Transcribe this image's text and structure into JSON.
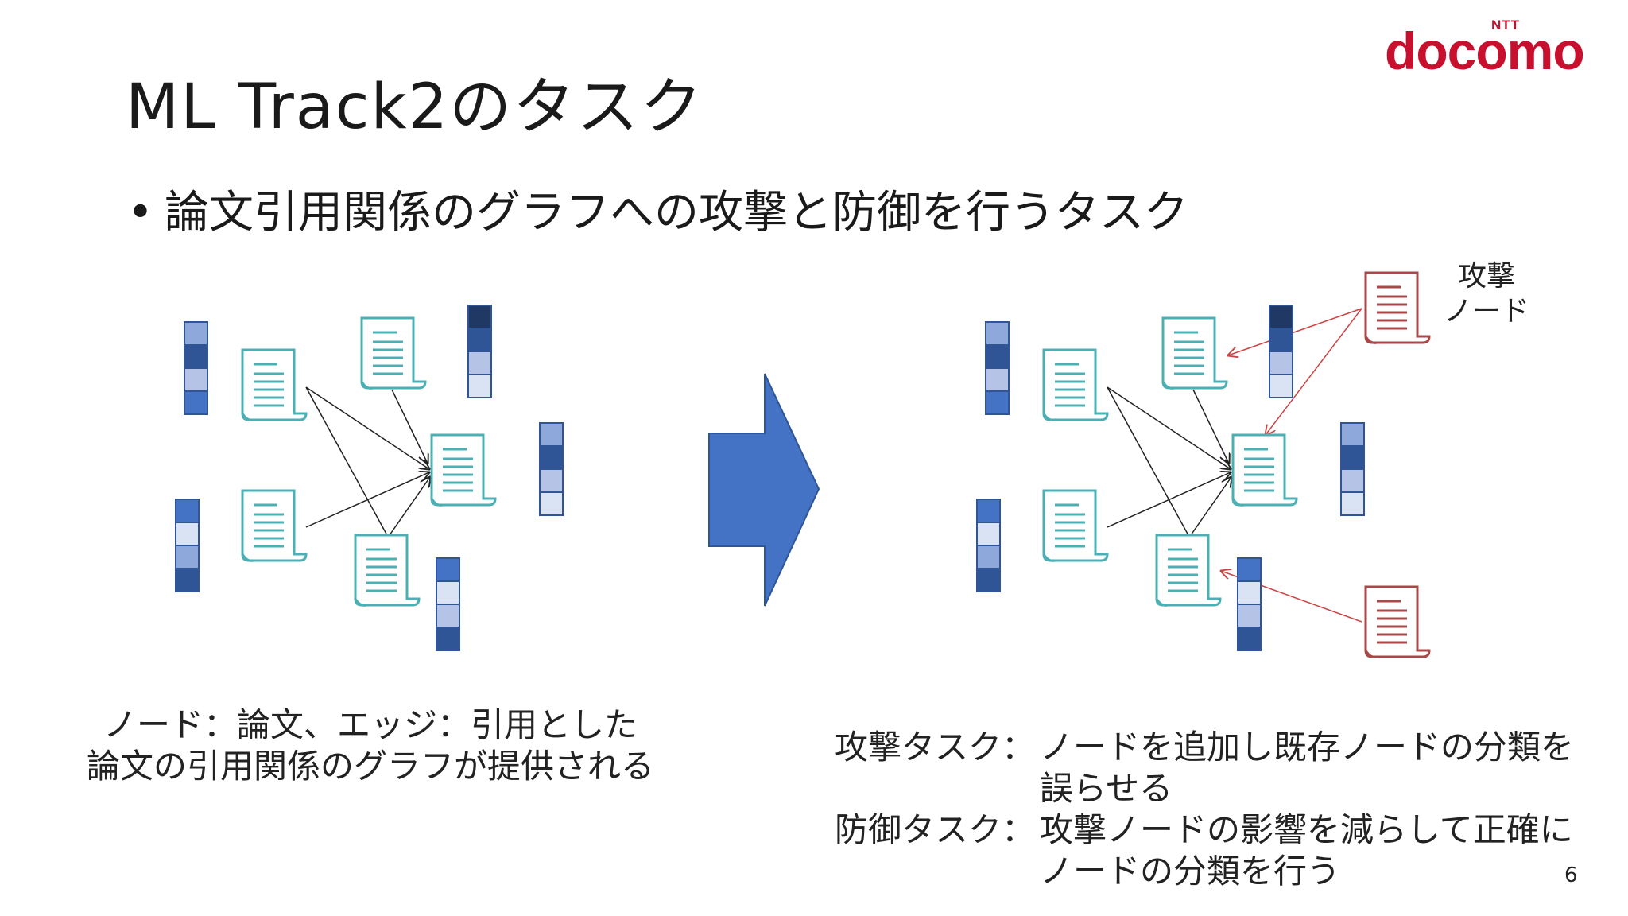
{
  "slide": {
    "title": "ML Track2のタスク",
    "bullet": "論文引用関係のグラフへの攻撃と防御を行うタスク",
    "logo": {
      "brand": "docomo",
      "sub": "NTT"
    },
    "page_number": "6"
  },
  "diagram": {
    "attack_label": [
      "攻撃",
      "ノード"
    ],
    "left_caption": [
      "ノード：論文、エッジ：引用とした",
      "論文の引用関係のグラフが提供される"
    ],
    "tasks": [
      {
        "head": "攻撃タスク：",
        "body": "ノードを追加し既存ノードの分類を誤らせる"
      },
      {
        "head": "防御タスク：",
        "body": "攻撃ノードの影響を減らして正確にノードの分類を行う"
      }
    ]
  },
  "colors": {
    "document": "#4bb0b4",
    "attack_document": "#a84848",
    "attack_edge": "#cc4444",
    "arrow": "#4472c4",
    "feature_dark": "#1f3864",
    "feature_mid": "#2f5597",
    "feature_light": "#b4c3e6",
    "feature_pale": "#dae3f3",
    "feature_blue": "#4472c4",
    "logo_red": "#c8102e"
  }
}
